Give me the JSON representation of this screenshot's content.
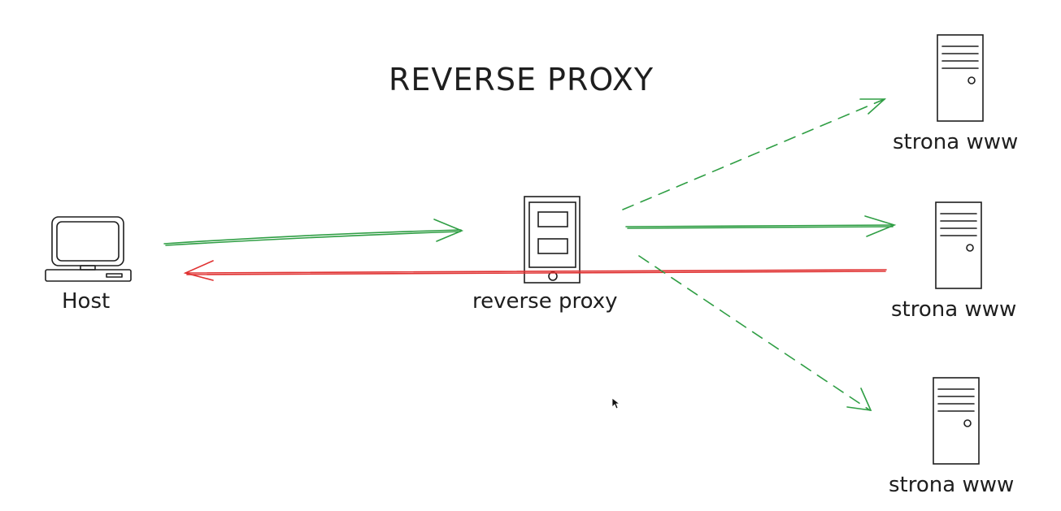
{
  "title": "REVERSE PROXY",
  "nodes": {
    "host": {
      "label": "Host",
      "icon": "laptop-icon"
    },
    "proxy": {
      "label": "reverse proxy",
      "icon": "server-tower-icon"
    },
    "servers": [
      {
        "label": "strona www",
        "icon": "server-tower-icon"
      },
      {
        "label": "strona www",
        "icon": "server-tower-icon"
      },
      {
        "label": "strona www",
        "icon": "server-tower-icon"
      }
    ]
  },
  "colors": {
    "stroke": "#1e1e1e",
    "request": "#2f9e44",
    "response": "#e03131"
  }
}
